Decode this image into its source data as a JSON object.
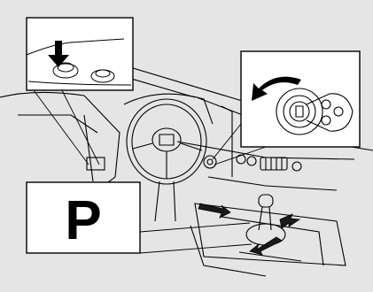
{
  "figure": {
    "background_color": "#e5e5e5",
    "line_color": "#000000",
    "panel_color": "#ffffff",
    "arrow_color": "#1a1a1a"
  },
  "gear_indicator": {
    "label": "P"
  },
  "inset_panels": [
    {
      "depicts": "door-lock-button-pressed"
    },
    {
      "depicts": "ignition-key-turned-counterclockwise"
    },
    {
      "depicts": "shift-lever-in-park"
    }
  ]
}
